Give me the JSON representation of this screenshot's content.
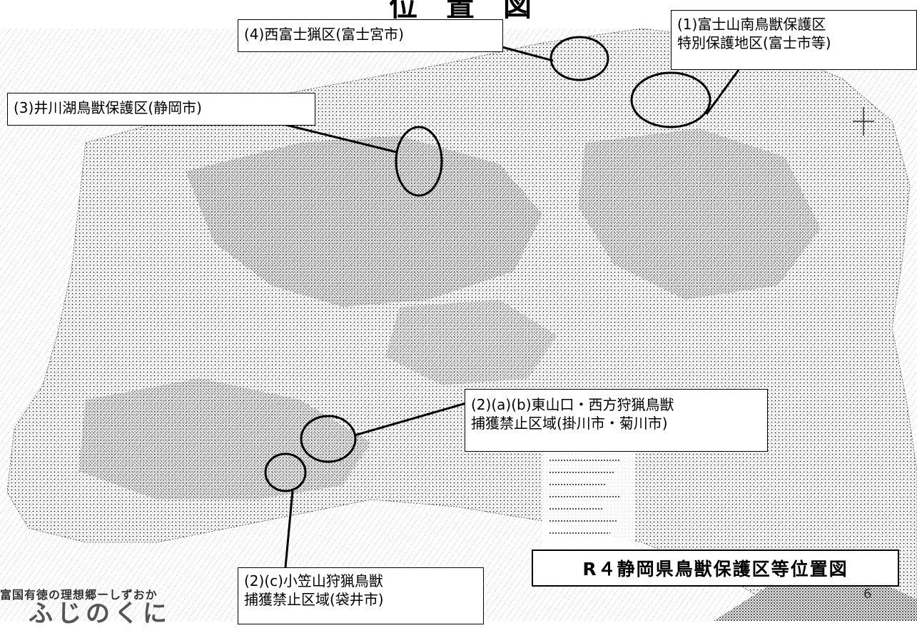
{
  "map": {
    "header_title": "位置図",
    "title": "R４静岡県鳥獣保護区等位置図",
    "page_number": "6",
    "footer_slogan": "富国有徳の理想郷ーしずおか",
    "footer_logo": "ふじのくに"
  },
  "callouts": {
    "c1": {
      "line1": "(1)富士山南鳥獣保護区",
      "line2": "特別保護地区(富士市等)"
    },
    "c2ab": {
      "line1": "(2)(a)(b)東山口・西方狩猟鳥獣",
      "line2": "捕獲禁止区域(掛川市・菊川市)"
    },
    "c2c": {
      "line1": "(2)(c)小笠山狩猟鳥獣",
      "line2": "捕獲禁止区域(袋井市)"
    },
    "c3": {
      "line1": "(3)井川湖鳥獣保護区(静岡市)"
    },
    "c4": {
      "line1": "(4)西富士猟区(富士宮市)"
    }
  },
  "colors": {
    "ink": "#000000",
    "background": "#ffffff"
  }
}
